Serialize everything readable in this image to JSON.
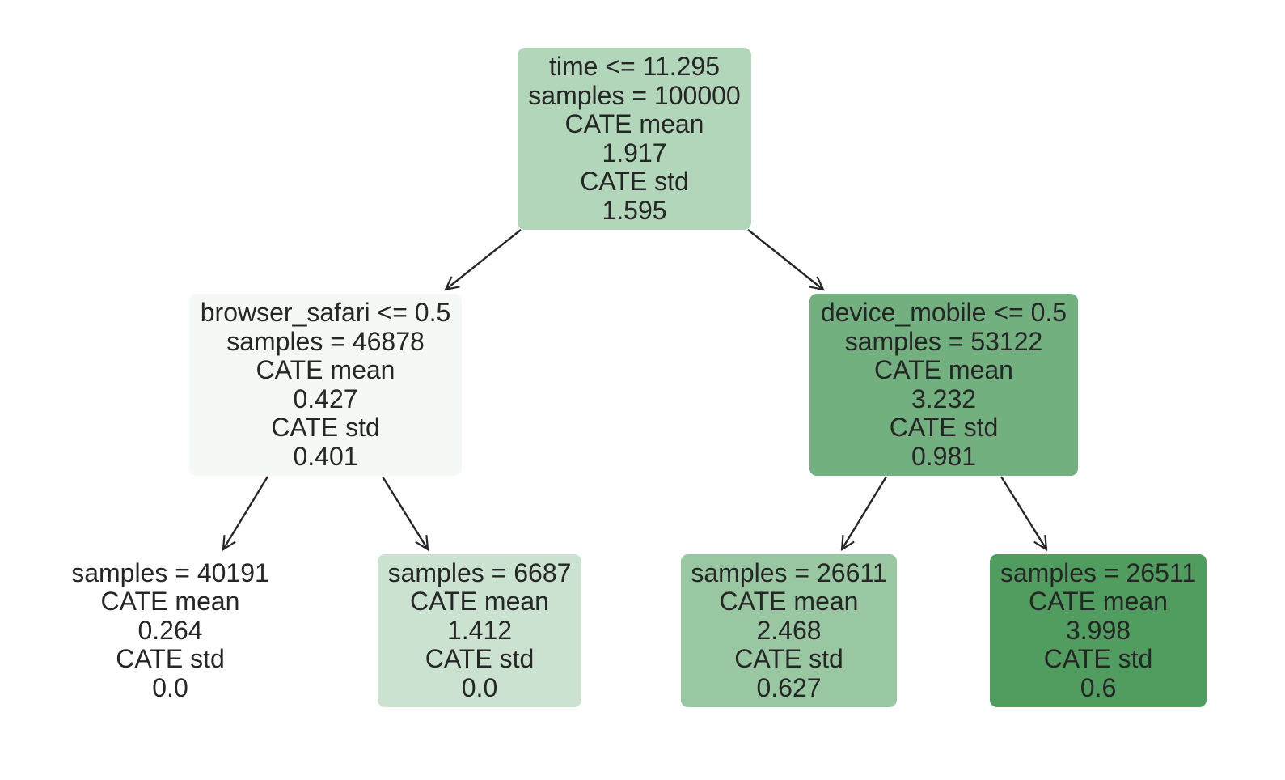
{
  "tree": {
    "nodes": [
      {
        "id": "root",
        "condition": "time <= 11.295",
        "samples": "samples = 100000",
        "mean_label": "CATE mean",
        "mean": "1.917",
        "std_label": "CATE std",
        "std": "1.595",
        "fill": "#b2d6ba"
      },
      {
        "id": "left",
        "condition": "browser_safari <= 0.5",
        "samples": "samples = 46878",
        "mean_label": "CATE mean",
        "mean": "0.427",
        "std_label": "CATE std",
        "std": "0.401",
        "fill": "#f5f9f6"
      },
      {
        "id": "right",
        "condition": "device_mobile <= 0.5",
        "samples": "samples = 53122",
        "mean_label": "CATE mean",
        "mean": "3.232",
        "std_label": "CATE std",
        "std": "0.981",
        "fill": "#72b07f"
      },
      {
        "id": "ll",
        "samples": "samples = 40191",
        "mean_label": "CATE mean",
        "mean": "0.264",
        "std_label": "CATE std",
        "std": "0.0",
        "fill": "#ffffff"
      },
      {
        "id": "lr",
        "samples": "samples = 6687",
        "mean_label": "CATE mean",
        "mean": "1.412",
        "std_label": "CATE std",
        "std": "0.0",
        "fill": "#cae2cf"
      },
      {
        "id": "rl",
        "samples": "samples = 26611",
        "mean_label": "CATE mean",
        "mean": "2.468",
        "std_label": "CATE std",
        "std": "0.627",
        "fill": "#98c7a2"
      },
      {
        "id": "rr",
        "samples": "samples = 26511",
        "mean_label": "CATE mean",
        "mean": "3.998",
        "std_label": "CATE std",
        "std": "0.6",
        "fill": "#519d5f"
      }
    ],
    "edges": [
      {
        "from": "root",
        "to": "left"
      },
      {
        "from": "root",
        "to": "right"
      },
      {
        "from": "left",
        "to": "ll"
      },
      {
        "from": "left",
        "to": "lr"
      },
      {
        "from": "right",
        "to": "rl"
      },
      {
        "from": "right",
        "to": "rr"
      }
    ],
    "edge_color": "#262626"
  }
}
